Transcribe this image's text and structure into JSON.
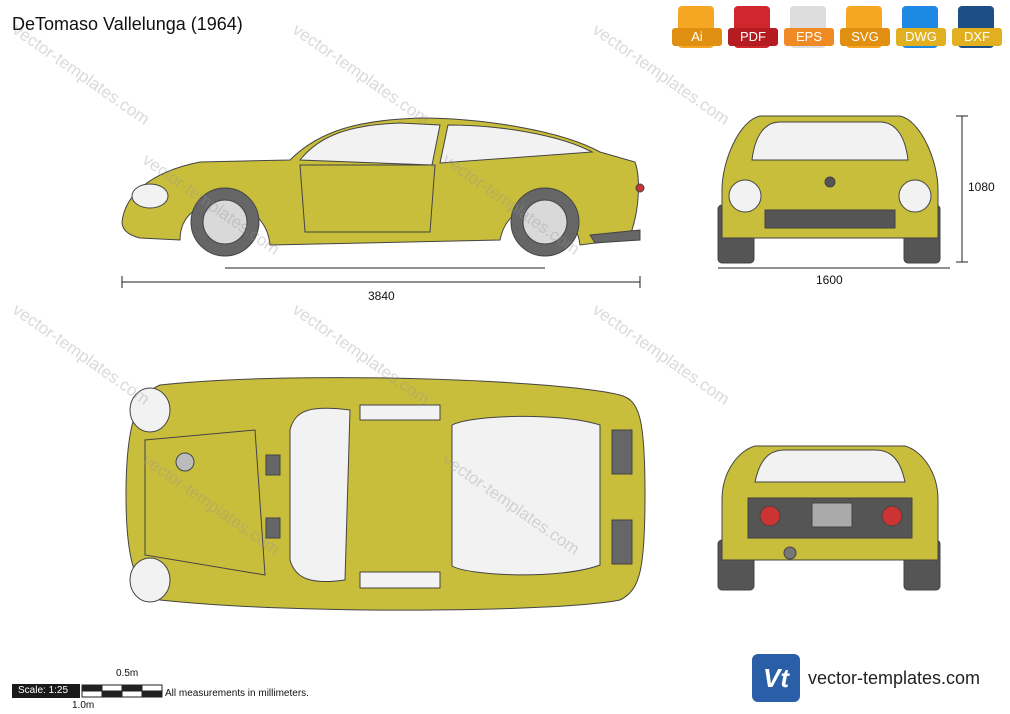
{
  "title": "DeTomaso Vallelunga (1964)",
  "formats": [
    {
      "label": "Ai",
      "color": "#f5a623"
    },
    {
      "label": "PDF",
      "color": "#d0262d"
    },
    {
      "label": "EPS",
      "color": "#f08a24"
    },
    {
      "label": "SVG",
      "color": "#f5a623"
    },
    {
      "label": "DWG",
      "color": "#1e88e5"
    },
    {
      "label": "DXF",
      "color": "#1c4f86"
    }
  ],
  "dimensions": {
    "length": "3840",
    "width": "1600",
    "height": "1080"
  },
  "scale": {
    "label": "Scale: 1:25",
    "half_meter": "0.5m",
    "one_meter": "1.0m"
  },
  "note": "All measurements in millimeters.",
  "watermark": "vector-templates.com",
  "logo": {
    "letters": "Vt",
    "site": "vector-templates.com"
  },
  "colors": {
    "body": "#c9bd3c",
    "outline": "#444444",
    "glass": "#f2f2f2",
    "logo": "#2a5fa8"
  }
}
